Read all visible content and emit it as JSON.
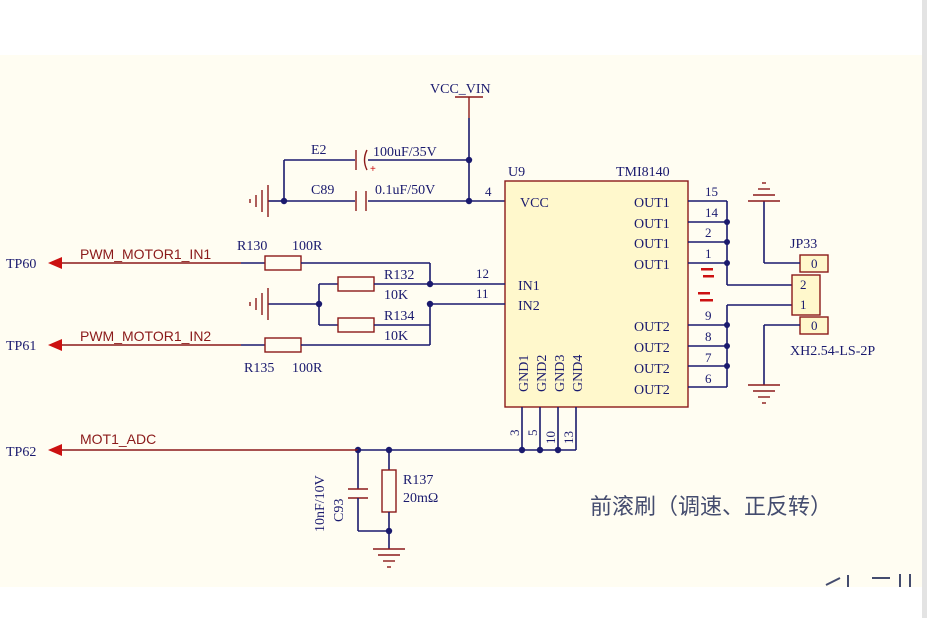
{
  "net_labels": {
    "vcc_vin": "VCC_VIN",
    "pwm_in1": "PWM_MOTOR1_IN1",
    "pwm_in2": "PWM_MOTOR1_IN2",
    "mot_adc": "MOT1_ADC"
  },
  "test_points": {
    "tp60": "TP60",
    "tp61": "TP61",
    "tp62": "TP62"
  },
  "components": {
    "e2": {
      "ref": "E2",
      "value": "100uF/35V"
    },
    "c89": {
      "ref": "C89",
      "value": "0.1uF/50V"
    },
    "r130": {
      "ref": "R130",
      "value": "100R"
    },
    "r132": {
      "ref": "R132",
      "value": "10K"
    },
    "r134": {
      "ref": "R134",
      "value": "10K"
    },
    "r135": {
      "ref": "R135",
      "value": "100R"
    },
    "c93": {
      "ref": "C93",
      "value": "10nF/10V"
    },
    "r137": {
      "ref": "R137",
      "value": "20mΩ"
    }
  },
  "ic": {
    "ref": "U9",
    "part": "TMI8140",
    "pins_left": [
      {
        "num": "4",
        "name": "VCC"
      },
      {
        "num": "12",
        "name": "IN1"
      },
      {
        "num": "11",
        "name": "IN2"
      }
    ],
    "pins_right": [
      {
        "num": "15",
        "name": "OUT1"
      },
      {
        "num": "14",
        "name": "OUT1"
      },
      {
        "num": "2",
        "name": "OUT1"
      },
      {
        "num": "1",
        "name": "OUT1"
      },
      {
        "num": "9",
        "name": "OUT2"
      },
      {
        "num": "8",
        "name": "OUT2"
      },
      {
        "num": "7",
        "name": "OUT2"
      },
      {
        "num": "6",
        "name": "OUT2"
      }
    ],
    "pins_bottom": [
      {
        "num": "3",
        "name": "GND1"
      },
      {
        "num": "5",
        "name": "GND2"
      },
      {
        "num": "10",
        "name": "GND3"
      },
      {
        "num": "13",
        "name": "GND4"
      }
    ]
  },
  "connector": {
    "ref": "JP33",
    "part": "XH2.54-LS-2P",
    "pins": [
      "0",
      "2",
      "1",
      "0"
    ]
  },
  "caption": "前滚刷（调速、正反转）",
  "colors": {
    "wire": "#1a1a6e",
    "net_label": "#8b1a1a",
    "annotation": "#cc1111",
    "sheet": "#fffdf2"
  }
}
